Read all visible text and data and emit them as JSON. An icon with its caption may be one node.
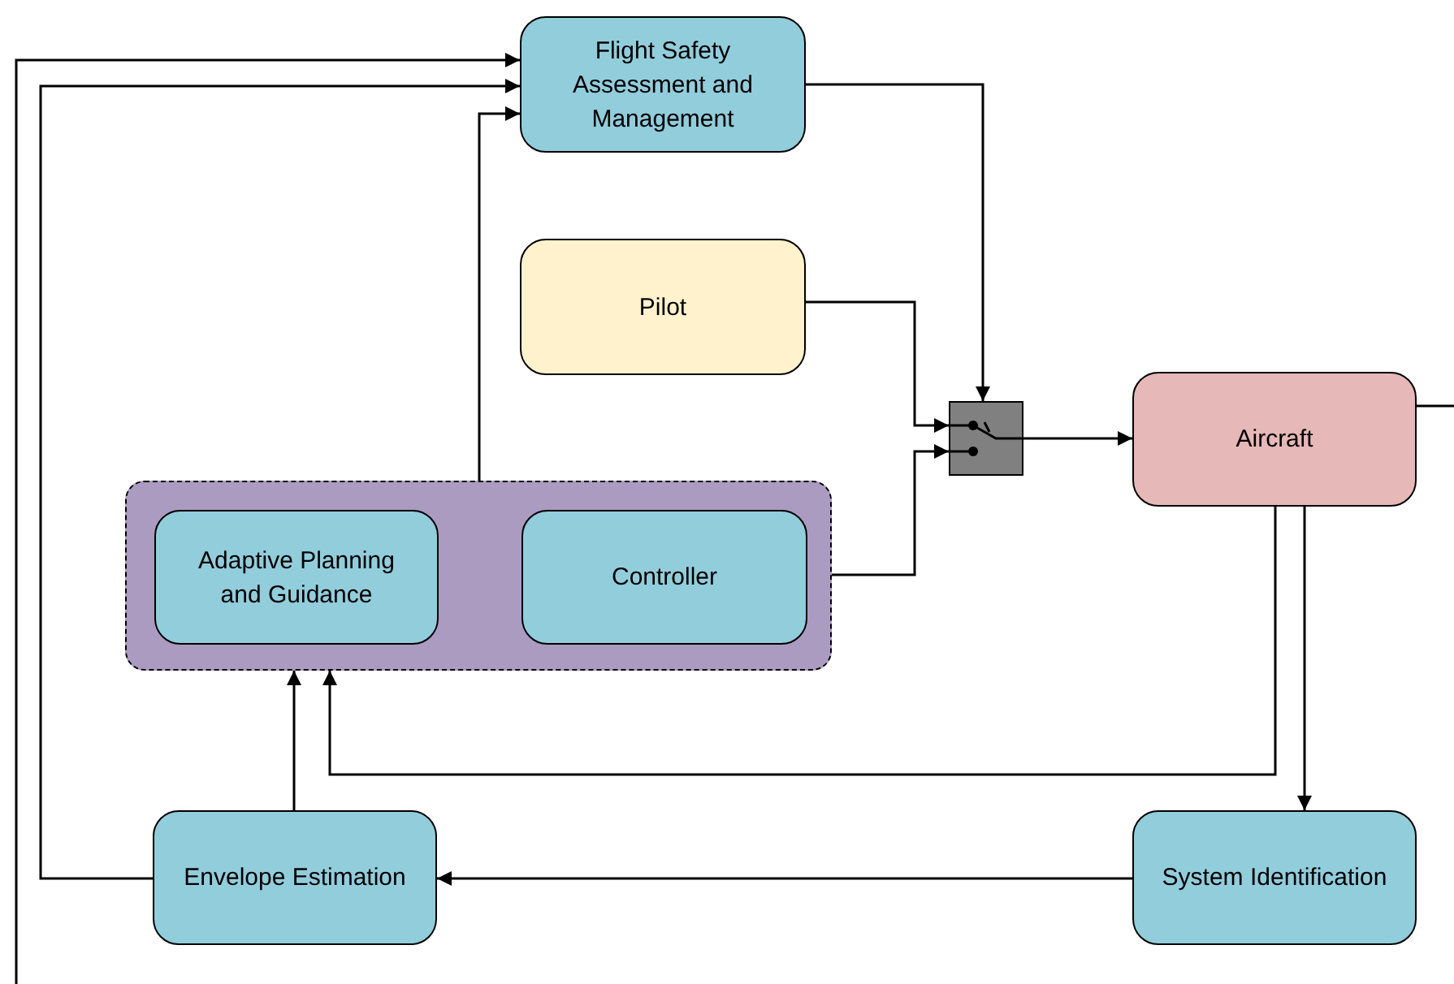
{
  "diagram": {
    "nodes": [
      {
        "text": [
          "Flight Safety Assessment and Management"
        ]
      },
      {
        "text": [
          "Pilot"
        ]
      },
      {
        "text": [],
        "shape": "box"
      },
      {
        "text": [
          "Adaptive Planning and Guidance"
        ],
        "in": 2
      },
      {
        "text": [
          "Controller"
        ],
        "in": 2
      },
      {
        "text": [],
        "shape": "box"
      },
      {
        "text": [
          "Aircraft"
        ]
      },
      {
        "text": [
          "Envelope Estimation"
        ]
      },
      {
        "text": [
          "System Identification"
        ]
      }
    ],
    "edges": [
      {
        "from": 0,
        "to": 5,
        "arrow": "to"
      },
      {
        "from": 1,
        "to": 5,
        "arrow": "to"
      },
      {
        "from": 4,
        "to": 5,
        "arrow": "to"
      },
      {
        "from": 5,
        "to": 6,
        "arrow": "to"
      },
      {
        "from": 2,
        "to": 0,
        "arrow": "to"
      },
      {
        "from": 7,
        "to": 2,
        "arrow": "to"
      },
      {
        "from": 6,
        "to": 2,
        "arrow": "to"
      },
      {
        "from": 6,
        "to": 8,
        "arrow": "to"
      },
      {
        "from": 8,
        "to": 7,
        "arrow": "to"
      },
      {
        "from": 7,
        "to": 0,
        "arrow": "to"
      },
      {
        "from": null,
        "to": 0,
        "arrow": "to"
      },
      {
        "from": 6,
        "to": null,
        "arrow": "none"
      }
    ]
  }
}
